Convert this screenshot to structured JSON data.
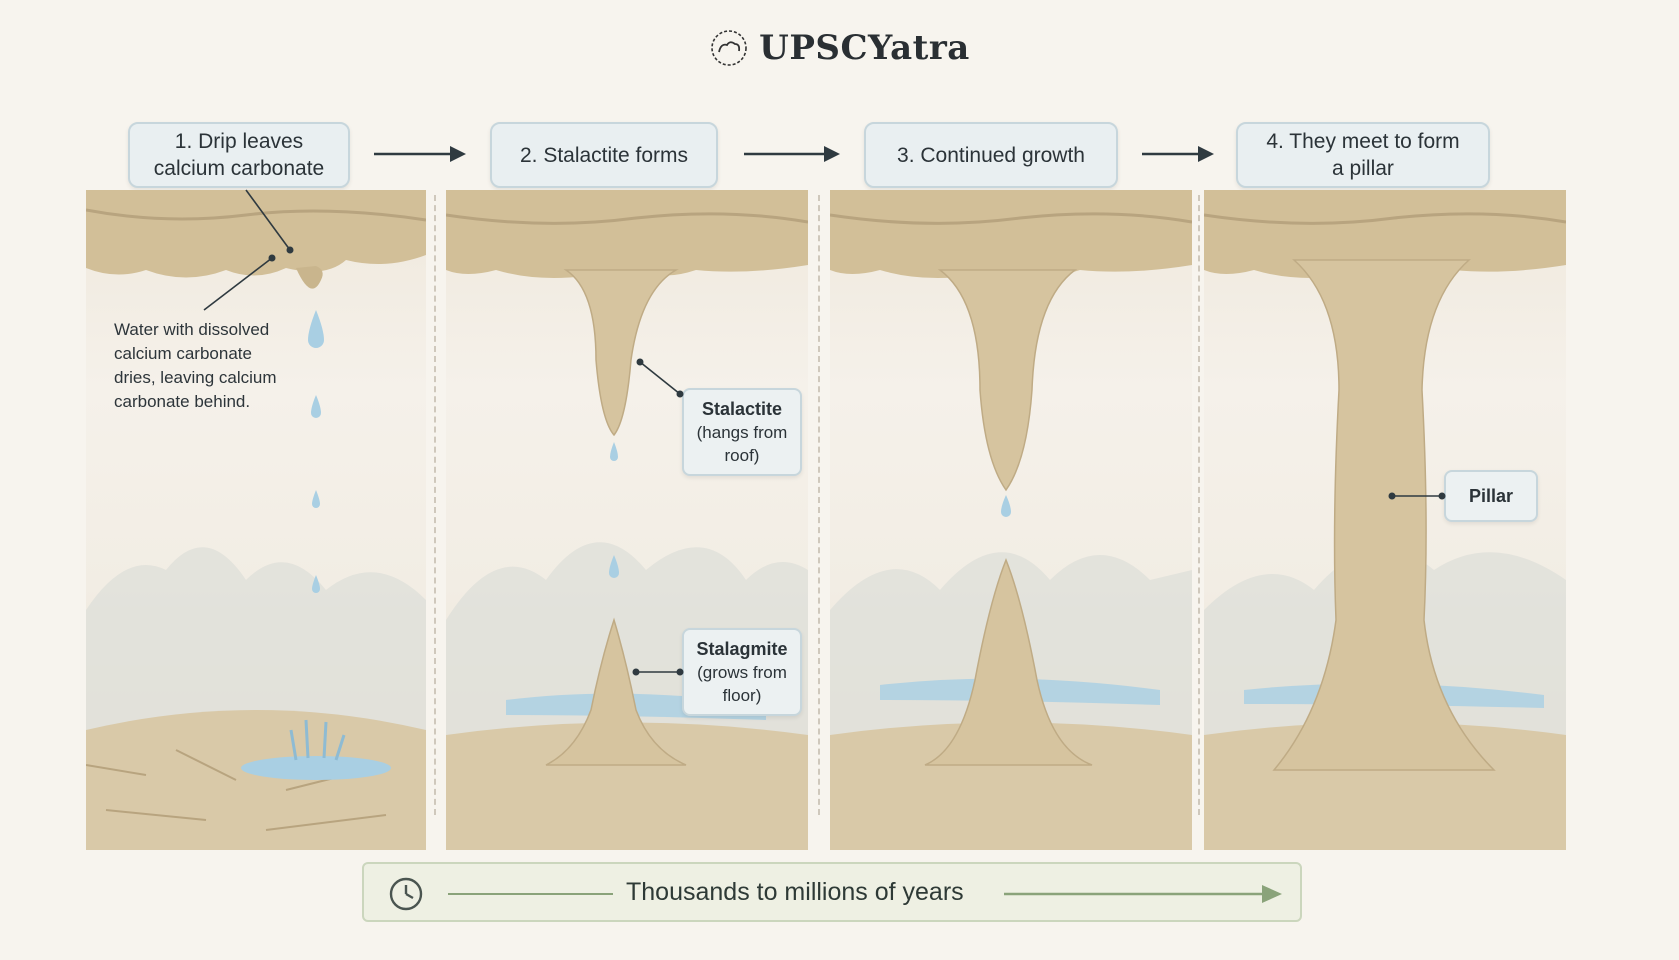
{
  "brand": {
    "name": "UPSCYatra",
    "logo_icon": "brain-cloud-icon"
  },
  "steps": [
    {
      "label_line1": "1. Drip leaves",
      "label_line2": "calcium carbonate"
    },
    {
      "label_line1": "2. Stalactite forms",
      "label_line2": ""
    },
    {
      "label_line1": "3. Continued growth",
      "label_line2": ""
    },
    {
      "label_line1": "4. They meet to form",
      "label_line2": "a pillar"
    }
  ],
  "note": {
    "line1": "Water with dissolved",
    "line2": "calcium carbonate",
    "line3": "dries, leaving calcium",
    "line4": "carbonate behind."
  },
  "callouts": {
    "stalactite": {
      "title": "Stalactite",
      "line2": "(hangs from",
      "line3": "roof)"
    },
    "stalagmite": {
      "title": "Stalagmite",
      "line2": "(grows from",
      "line3": "floor)"
    },
    "pillar": {
      "title": "Pillar"
    }
  },
  "timeline": {
    "label": "Thousands to millions of years",
    "icon": "clock-icon"
  },
  "colors": {
    "rock": "#d9c9a8",
    "rock_dark": "#b8a47f",
    "water": "#a9cfe3",
    "box_bg": "#e9eff1",
    "timeline_green": "#8aa37a"
  }
}
